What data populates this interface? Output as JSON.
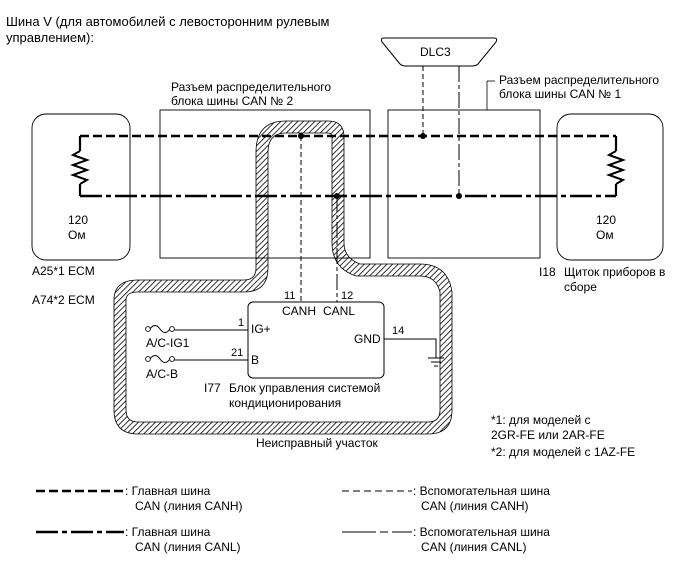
{
  "title": "Шина V (для автомобилей с левосторонним рулевым управлением):",
  "dlc": "DLC3",
  "junction2": {
    "line1": "Разъем распределительного",
    "line2": "блока шины CAN № 2"
  },
  "junction1": {
    "line1": "Разъем распределительного",
    "line2": "блока шины CAN № 1"
  },
  "resistor_left": {
    "value": "120",
    "unit": "Ом"
  },
  "resistor_right": {
    "value": "120",
    "unit": "Ом"
  },
  "ecm_a": "A25*1  ECM",
  "ecm_b": "A74*2  ECM",
  "cluster": {
    "code": "I18",
    "line1": "Щиток приборов в",
    "line2": "сборе"
  },
  "ac_unit": {
    "pins": {
      "canh_num": "11",
      "canl_num": "12",
      "ig_num": "1",
      "b_num": "21",
      "gnd_num": "14"
    },
    "labels": {
      "canh": "CANH",
      "canl": "CANL",
      "ig": "IG+",
      "b": "B",
      "gnd": "GND"
    },
    "fuse_ig": "A/C-IG1",
    "fuse_b": "A/C-B",
    "code": "I77",
    "line1": "Блок управления системой",
    "line2": "кондиционирования"
  },
  "faulty_area": "Неисправный участок",
  "notes": [
    "*1: для моделей с",
    "2GR-FE или 2AR-FE",
    "*2: для моделей с 1AZ-FE"
  ],
  "legend": [
    {
      "line1": ": Главная шина",
      "line2": "CAN (линия CANH)"
    },
    {
      "line1": ": Вспомогательная шина",
      "line2": "CAN (линия CANH)"
    },
    {
      "line1": ": Главная шина",
      "line2": "CAN (линия CANL)"
    },
    {
      "line1": ": Вспомогательная шина",
      "line2": "CAN (линия CANL)"
    }
  ]
}
